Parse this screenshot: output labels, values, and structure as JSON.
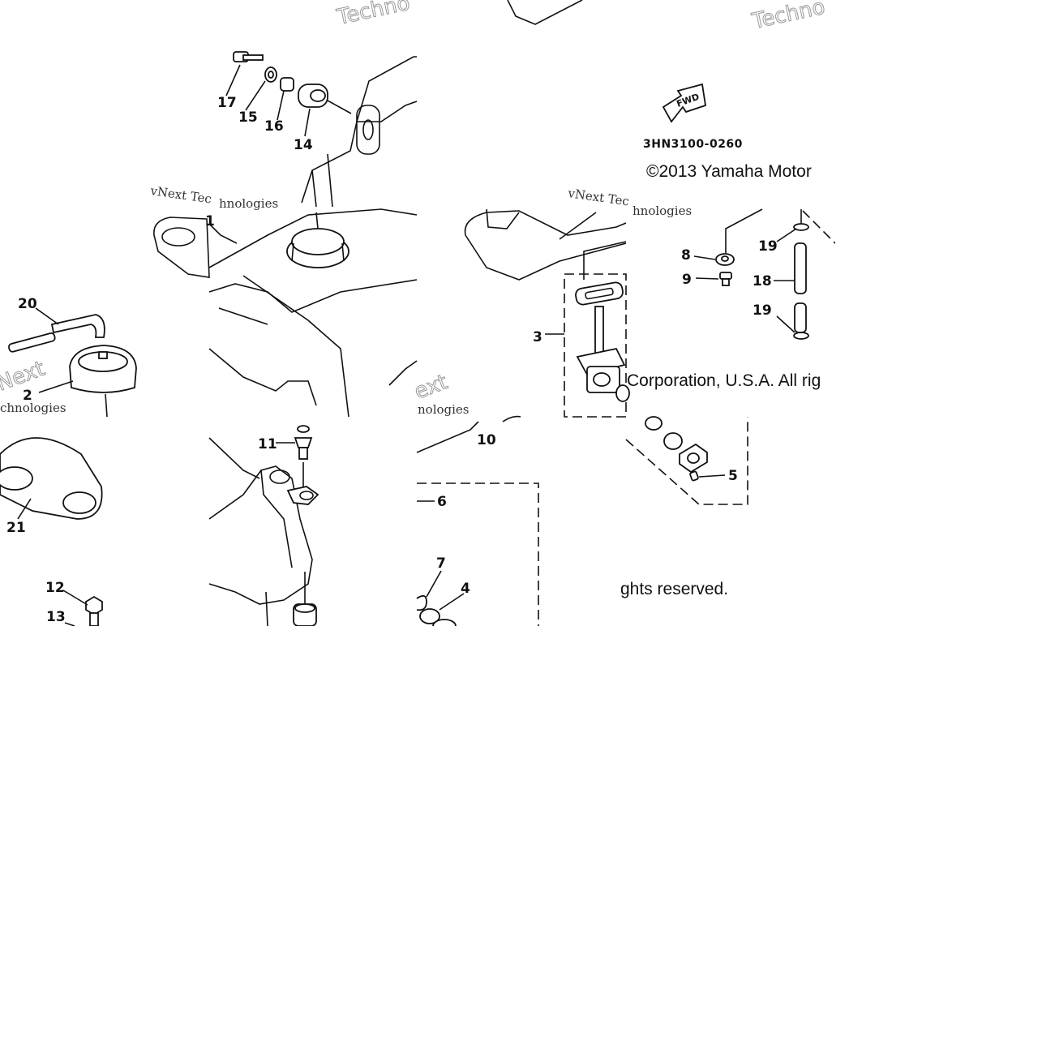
{
  "diagram": {
    "part_code": "3HN3100-0260",
    "fwd_label": "FWD",
    "copyright_parts": [
      "©2013 Yamaha Motor",
      "Corporation, U.S.A. All rig",
      "ghts reserved."
    ],
    "watermarks": [
      "Techno",
      "vNext Tec",
      "hnologies",
      "Next",
      "chnologies",
      "ext",
      "nologies"
    ],
    "callouts": {
      "c1": "1",
      "c2": "2",
      "c3": "3",
      "c4": "4",
      "c5": "5",
      "c6": "6",
      "c7": "7",
      "c8": "8",
      "c9": "9",
      "c10": "10",
      "c11": "11",
      "c12": "12",
      "c13": "13",
      "c14": "14",
      "c15": "15",
      "c16": "16",
      "c17": "17",
      "c18": "18",
      "c19a": "19",
      "c19b": "19",
      "c20": "20",
      "c21": "21"
    }
  }
}
